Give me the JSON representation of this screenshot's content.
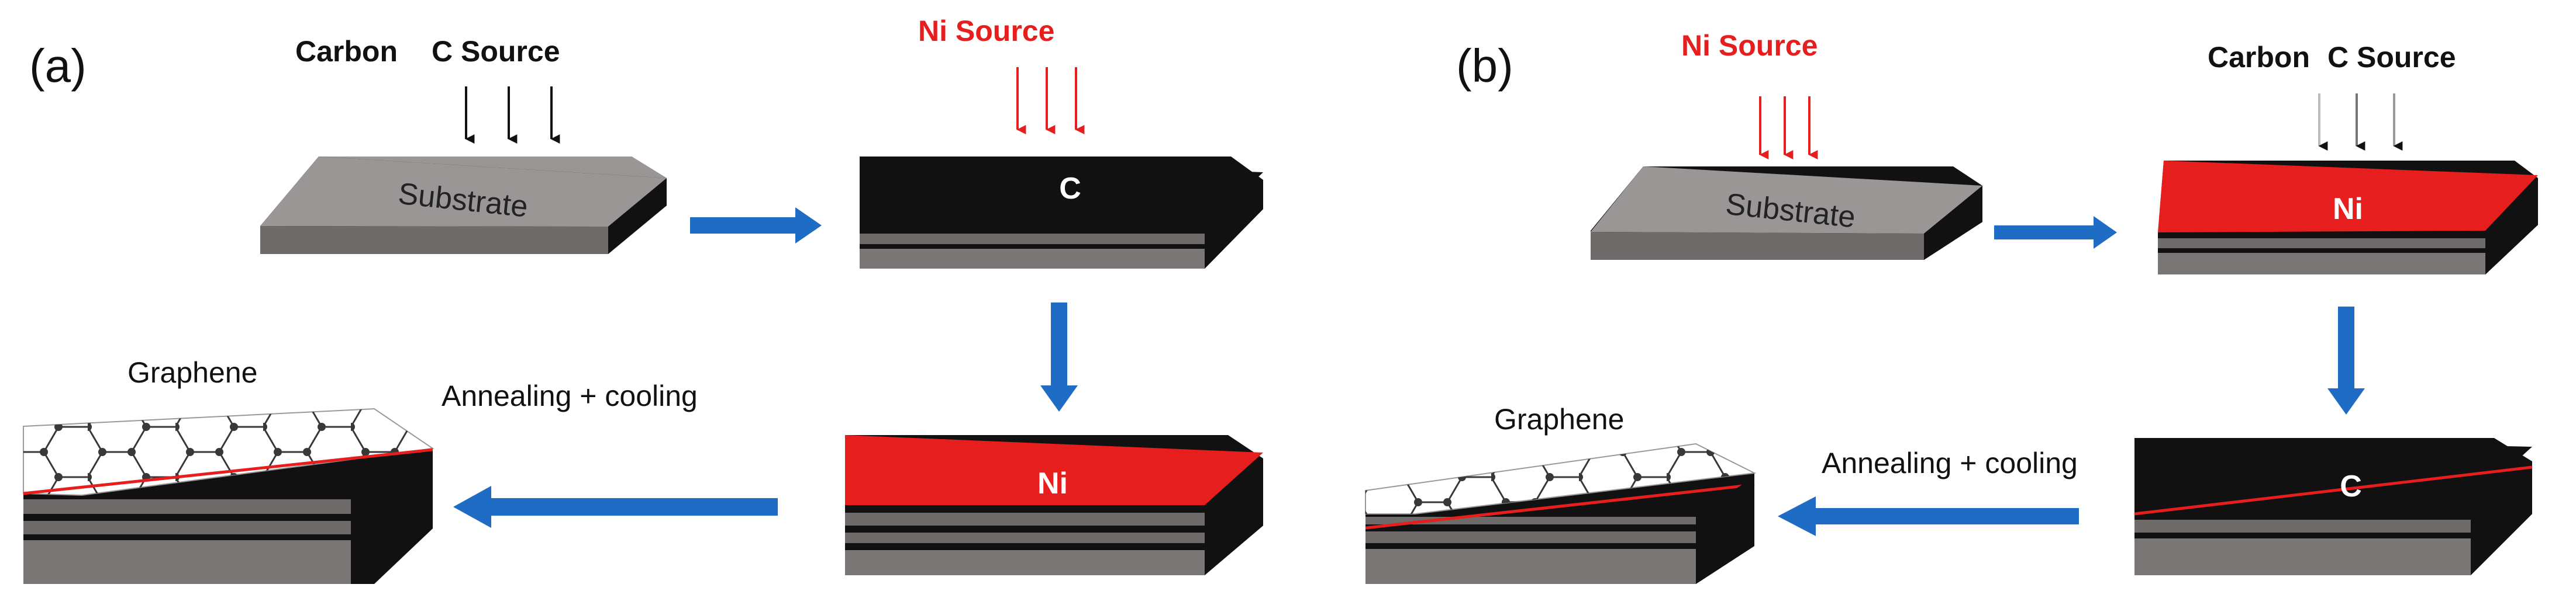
{
  "panels": [
    {
      "label": "(a)",
      "carbon_label": "Carbon",
      "c_source_label": "C Source",
      "ni_source_label": "Ni Source",
      "substrate_label": "Substrate",
      "carbon_layer_label": "C",
      "nickel_layer_label": "Ni",
      "graphene_label": "Graphene",
      "process_label": "Annealing + cooling"
    },
    {
      "label": "(b)",
      "carbon_label": "Carbon",
      "c_source_label": "C Source",
      "ni_source_label": "Ni Source",
      "substrate_label": "Substrate",
      "carbon_layer_label": "C",
      "nickel_layer_label": "Ni",
      "graphene_label": "Graphene",
      "process_label": "Annealing + cooling"
    }
  ],
  "colors": {
    "substrate_top": "#9a9696",
    "substrate_side": "#6f6b6b",
    "block_shadow": "#111111",
    "carbon": "#111111",
    "nickel": "#e61e1e",
    "graphene_bg": "#ffffff",
    "flow_arrow": "#1f6cc4",
    "carbon_arrow": "#111111",
    "ni_arrow": "#e61e1e"
  }
}
